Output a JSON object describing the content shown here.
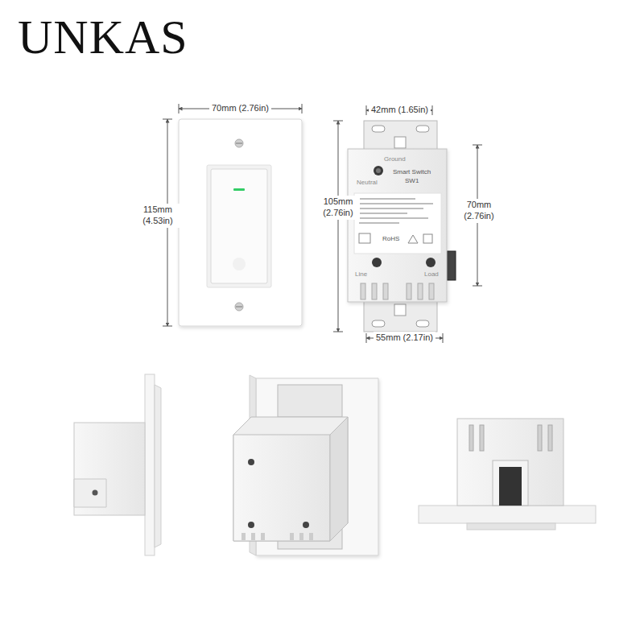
{
  "diagram": {
    "title": "UNKAS",
    "labels": [
      "70mm (2.76in)",
      "115mm (4.53in)",
      "42mm (1.65in)",
      "Ground",
      "Neutral",
      "Smart Switch",
      "SW1",
      "105mm (2.76in)",
      "70mm (2.76in)",
      "RoHS",
      "Line",
      "Load",
      "55mm (2.17in)"
    ]
  }
}
